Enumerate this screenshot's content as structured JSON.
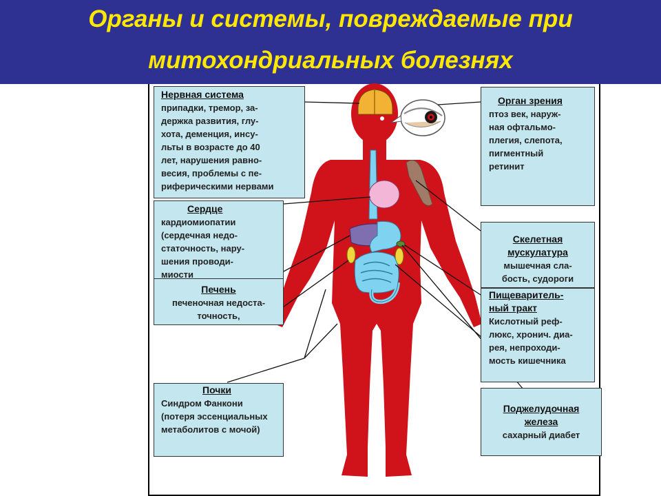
{
  "header": {
    "title_line1": "Органы и системы, повреждаемые при",
    "title_line2": "митохондриальных болезнях"
  },
  "boxes": {
    "nervous": {
      "title": "Нервная система",
      "text": "припадки, тремор, за-\nдержка развития, глу-\nхота, деменция, инсу-\nльты в возрасте до 40\nлет, нарушения равно-\nвесия, проблемы с пе-\nриферическими нервами"
    },
    "heart": {
      "title": "Сердце",
      "text": "кардиомиопатии\n(сердечная недо-\nстаточность, нару-\nшения проводи-\nмиости"
    },
    "liver": {
      "title": "Печень",
      "text": "печеночная недоста-\nточность,"
    },
    "kidney": {
      "title": "Почки",
      "text": "Синдром Фанкони\n(потеря эссенциальных\nметаболитов с мочой)"
    },
    "eye": {
      "title": "Орган зрения",
      "text": "птоз век, наруж-\nная офтальмо-\nплегия, слепота,\nпигментный\nретинит"
    },
    "muscle": {
      "title": "Скелетная\nмускулатура",
      "text": "мышечная сла-\nбость, судороги"
    },
    "gi": {
      "title": "Пищеваритель-\nный тракт",
      "text": "Кислотный реф-\nлюкс, хронич. диа-\nрея, непроходи-\nмость кишечника"
    },
    "pancreas": {
      "title": "Поджелудочная\nжелеза",
      "text": "сахарный диабет"
    }
  },
  "colors": {
    "header_bg": "#2e3192",
    "title": "#ffe800",
    "box_bg": "#c4e6ee",
    "body": "#d0121b",
    "brain": "#f2b233",
    "intestine": "#7fd3f0",
    "heart": "#f3b6d6",
    "liver": "#7f6fb0"
  },
  "icons": [
    "human-body-figure",
    "brain-icon",
    "eye-icon",
    "heart-organ",
    "liver-organ",
    "stomach-organ",
    "intestine-organ",
    "kidney-organ",
    "pancreas-organ",
    "shoulder-muscle"
  ]
}
